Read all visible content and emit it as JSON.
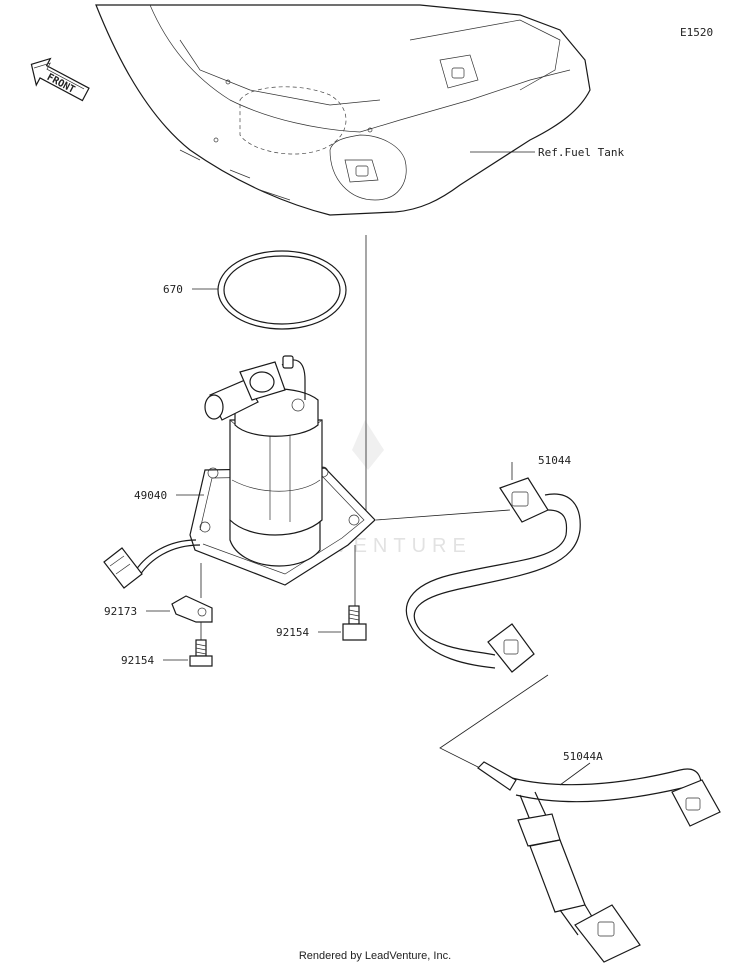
{
  "header": {
    "diagram_code": "E1520"
  },
  "orientation": {
    "front_label": "FRONT"
  },
  "watermark": {
    "text": "LEADVENTURE"
  },
  "callouts": {
    "fuel_tank_ref": "Ref.Fuel Tank",
    "gasket": "670",
    "pump_assembly": "49040",
    "hose_upper": "51044",
    "hose_lower": "51044A",
    "bracket": "92173",
    "bolt_left": "92154",
    "bolt_right": "92154"
  },
  "footer": {
    "credit": "Rendered by LeadVenture, Inc."
  }
}
